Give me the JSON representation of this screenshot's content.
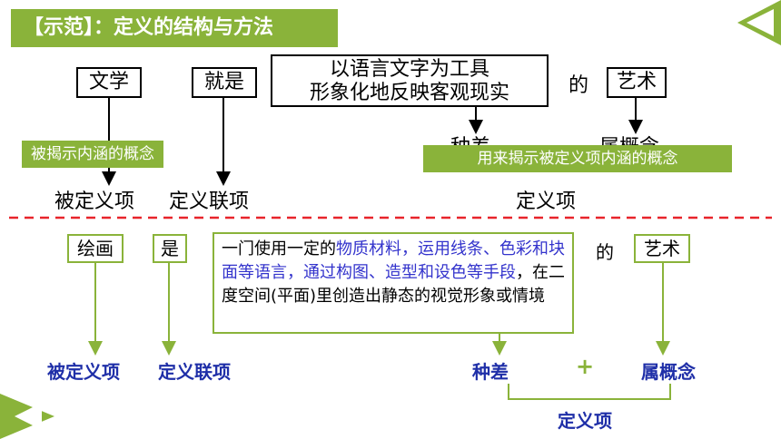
{
  "title": "【示范】：定义的结构与方法",
  "top": {
    "term": "文学",
    "copula": "就是",
    "differentia_line1": "以语言文字为工具",
    "differentia_line2": "形象化地反映客观现实",
    "de": "的",
    "genus": "艺术",
    "label_defined_concept": "被揭示内涵的概念",
    "label_defining_concept": "用来揭示被定义项内涵的概念",
    "species_diff": "种差",
    "genus_concept": "属概念",
    "defined_term": "被定义项",
    "connective": "定义联项",
    "defining_term": "定义项"
  },
  "bottom": {
    "term": "绘画",
    "copula": "是",
    "def_part1": "一门使用一定的",
    "def_hl1": "物质材料，运用线条、色彩和块面等语言，通过构图、造型和设色等手段",
    "def_part2": "，在二度空间(平面)里创造出静态的视觉形象或情境",
    "de": "的",
    "genus": "艺术",
    "defined_term": "被定义项",
    "connective": "定义联项",
    "species_diff": "种差",
    "plus": "+",
    "genus_concept": "属概念",
    "defining_term": "定义项"
  },
  "colors": {
    "accent": "#8ab33a",
    "blue": "#1f2fa8",
    "dash": "#e8242b"
  }
}
